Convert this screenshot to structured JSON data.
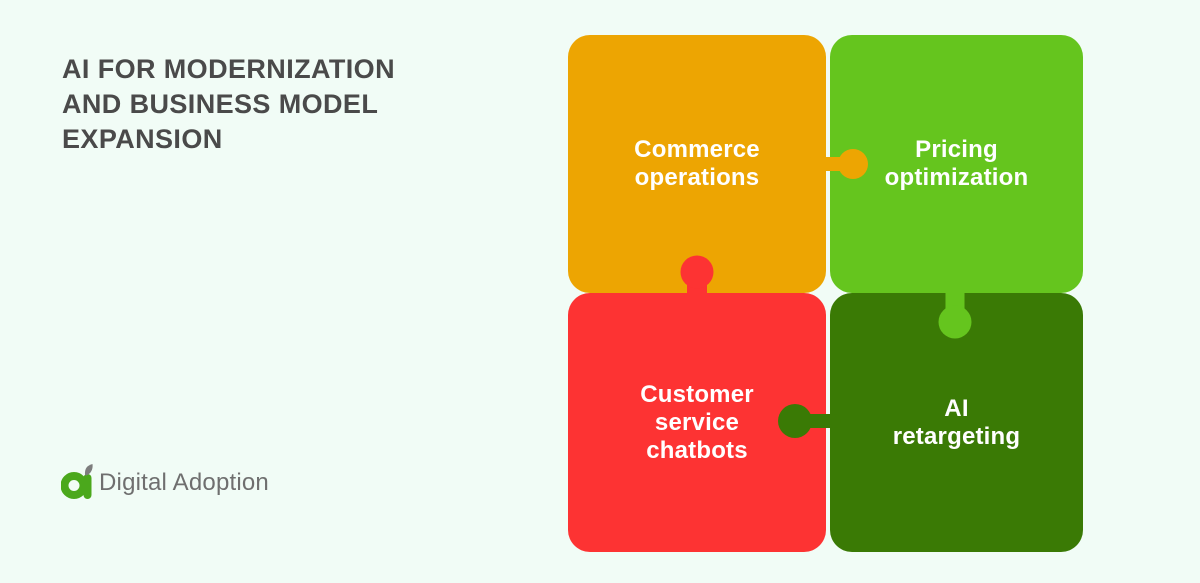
{
  "background_color": "#F1FCF6",
  "title": "AI FOR MODERNIZATION\nAND BUSINESS MODEL\nEXPANSION",
  "title_color": "#4A4A4A",
  "puzzle": {
    "text_color": "#FFFFFF",
    "pieces": [
      {
        "id": "commerce-operations",
        "label": "Commerce\noperations",
        "color": "#EDA502",
        "position": "top-left"
      },
      {
        "id": "pricing-optimization",
        "label": "Pricing\noptimization",
        "color": "#65C51E",
        "position": "top-right"
      },
      {
        "id": "customer-service-chatbots",
        "label": "Customer\nservice\nchatbots",
        "color": "#FD3333",
        "position": "bottom-left"
      },
      {
        "id": "ai-retargeting",
        "label": "AI\nretargeting",
        "color": "#3A7A05",
        "position": "bottom-right"
      }
    ]
  },
  "logo": {
    "text": "Digital Adoption",
    "text_color": "#6F6F6F",
    "icon_green": "#4BA81C",
    "icon_leaf_gray": "#7D7D7D"
  }
}
